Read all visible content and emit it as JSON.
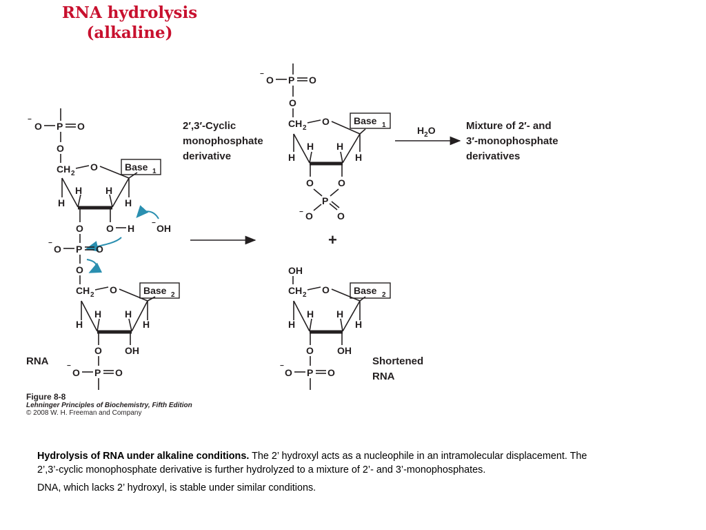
{
  "title": {
    "line1": "RNA hydrolysis",
    "line2": "(alkaline)"
  },
  "labels": {
    "cyclic_line1": "2′,3′-Cyclic",
    "cyclic_line2": "monophosphate",
    "cyclic_line3": "derivative",
    "mixture_line1": "Mixture  of 2′- and",
    "mixture_line2": "3′-monophosphate",
    "mixture_line3": "derivatives",
    "water": "H2O",
    "plus": "+",
    "rna": "RNA",
    "shortened_line1": "Shortened",
    "shortened_line2": "RNA",
    "base1": "Base",
    "base1_sub": "1",
    "base2": "Base",
    "base2_sub": "2",
    "hydroxide": "OH"
  },
  "figure_credit": {
    "number": "Figure 8-8",
    "book": "Lehninger Principles of Biochemistry, Fifth Edition",
    "copyright": "© 2008 W. H. Freeman and Company"
  },
  "caption": {
    "bold_lead": "Hydrolysis of RNA under alkaline conditions.",
    "text": " The 2’ hydroxyl acts as a nucleophile in an intramolecular displacement. The 2’,3’-cyclic monophosphate derivative is further hydrolyzed to a mixture of 2’- and 3’-monophosphates.",
    "second": "DNA, which lacks 2’ hydroxyl, is stable under similar conditions."
  },
  "colors": {
    "title": "#c8102e",
    "curved_arrows": "#2a8fb0"
  }
}
